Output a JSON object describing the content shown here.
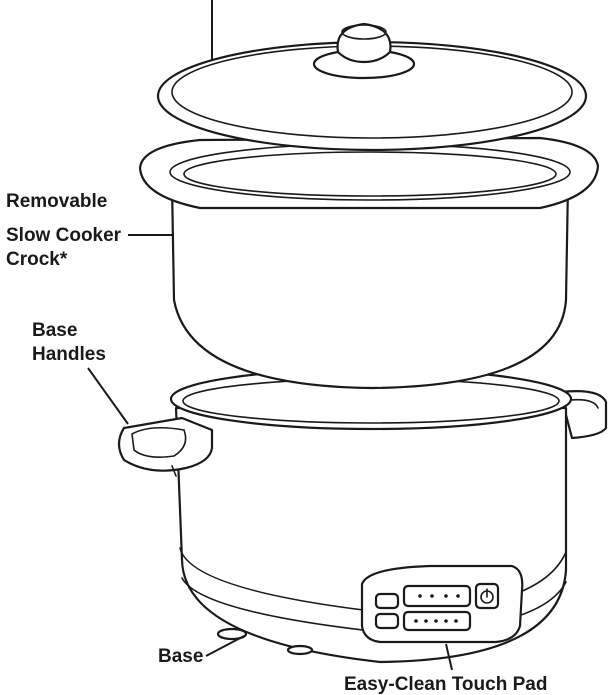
{
  "labels": {
    "crock": [
      "Removable",
      "Slow Cooker",
      "Crock*"
    ],
    "handles": [
      "Base",
      "Handles"
    ],
    "base": "Base",
    "touchpad": "Easy-Clean Touch Pad"
  },
  "icons": {
    "power": "power-icon"
  }
}
